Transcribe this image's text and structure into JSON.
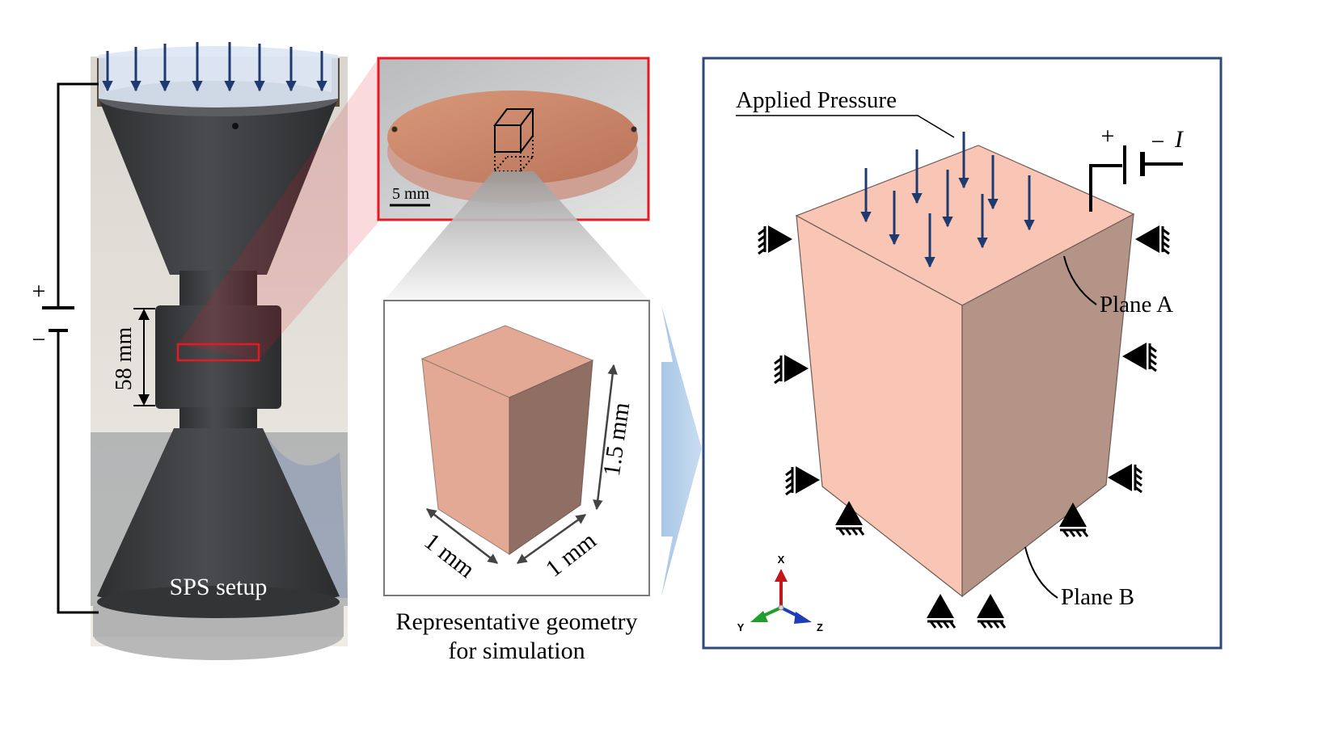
{
  "sps_panel": {
    "label": "SPS setup",
    "height_label": "58 mm",
    "plus": "+",
    "minus": "−"
  },
  "sample_panel": {
    "scale_label": "5 mm"
  },
  "geometry_panel": {
    "width_label": "1 mm",
    "depth_label": "1 mm",
    "height_label": "1.5 mm",
    "caption_line1": "Representative geometry",
    "caption_line2": "for simulation"
  },
  "simulation_panel": {
    "pressure_label": "Applied Pressure",
    "current_plus": "+",
    "current_minus": "−",
    "current_symbol": "I",
    "plane_a": "Plane A",
    "plane_b": "Plane B",
    "axis_x": "X",
    "axis_y": "Y",
    "axis_z": "Z"
  },
  "colors": {
    "copper": "#f9c5b4",
    "copper_side": "#b59488",
    "arrow_blue": "#1e3a6e",
    "frame_blue": "#2e4a7a",
    "highlight_red": "#e31b23",
    "graphite": "#3d3e40"
  }
}
